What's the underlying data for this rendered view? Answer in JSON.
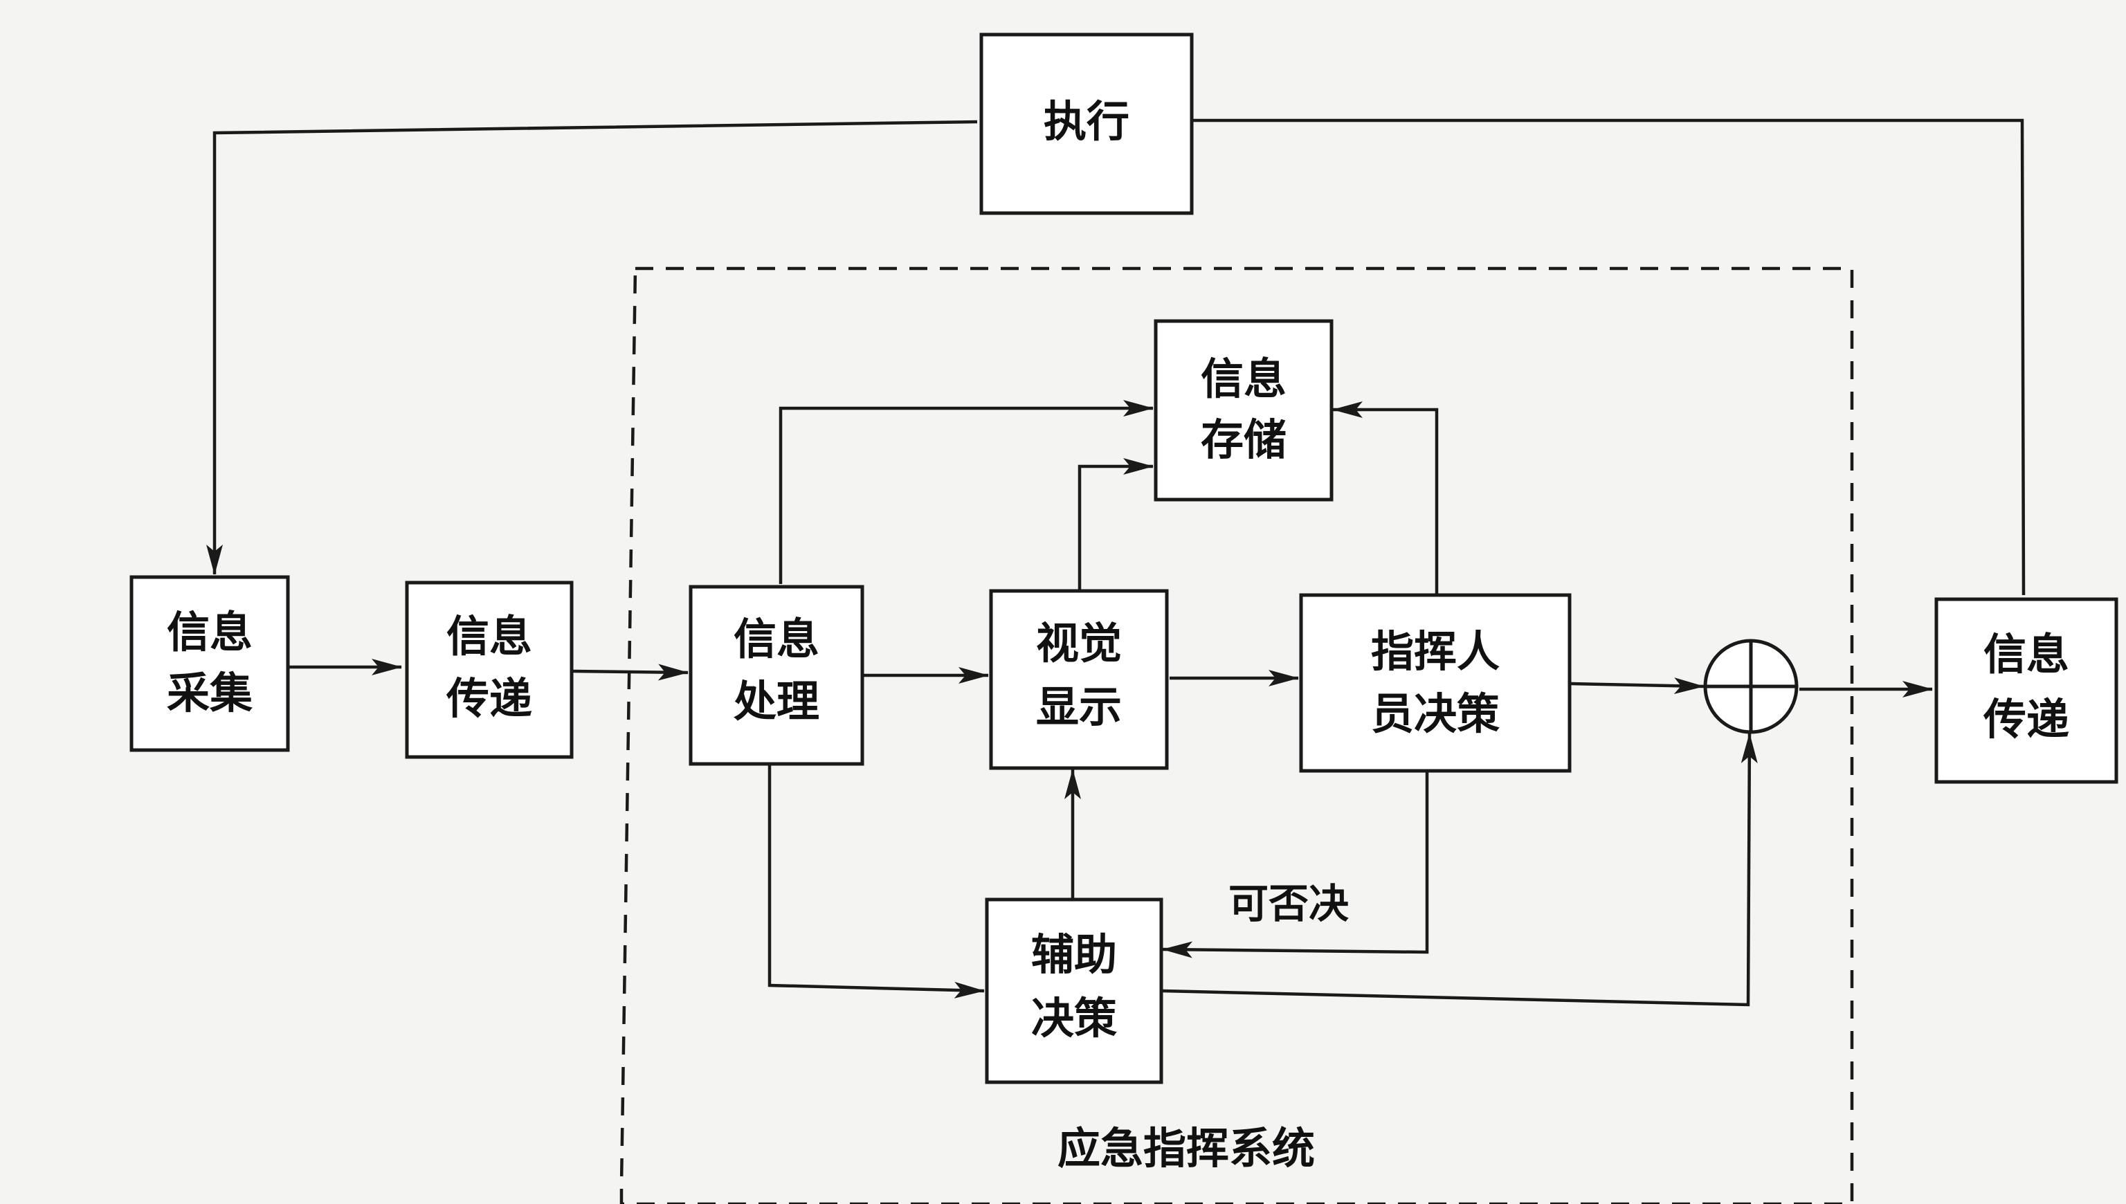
{
  "nodes": {
    "execute": "执行",
    "collect_line1": "信息",
    "collect_line2": "采集",
    "transmit_in_line1": "信息",
    "transmit_in_line2": "传递",
    "process_line1": "信息",
    "process_line2": "处理",
    "storage_line1": "信息",
    "storage_line2": "存储",
    "visual_line1": "视觉",
    "visual_line2": "显示",
    "commander_line1": "指挥人",
    "commander_line2": "员决策",
    "aux_line1": "辅助",
    "aux_line2": "决策",
    "transmit_out_line1": "信息",
    "transmit_out_line2": "传递"
  },
  "edge_label_veto": "可否决",
  "group_caption": "应急指挥系统"
}
